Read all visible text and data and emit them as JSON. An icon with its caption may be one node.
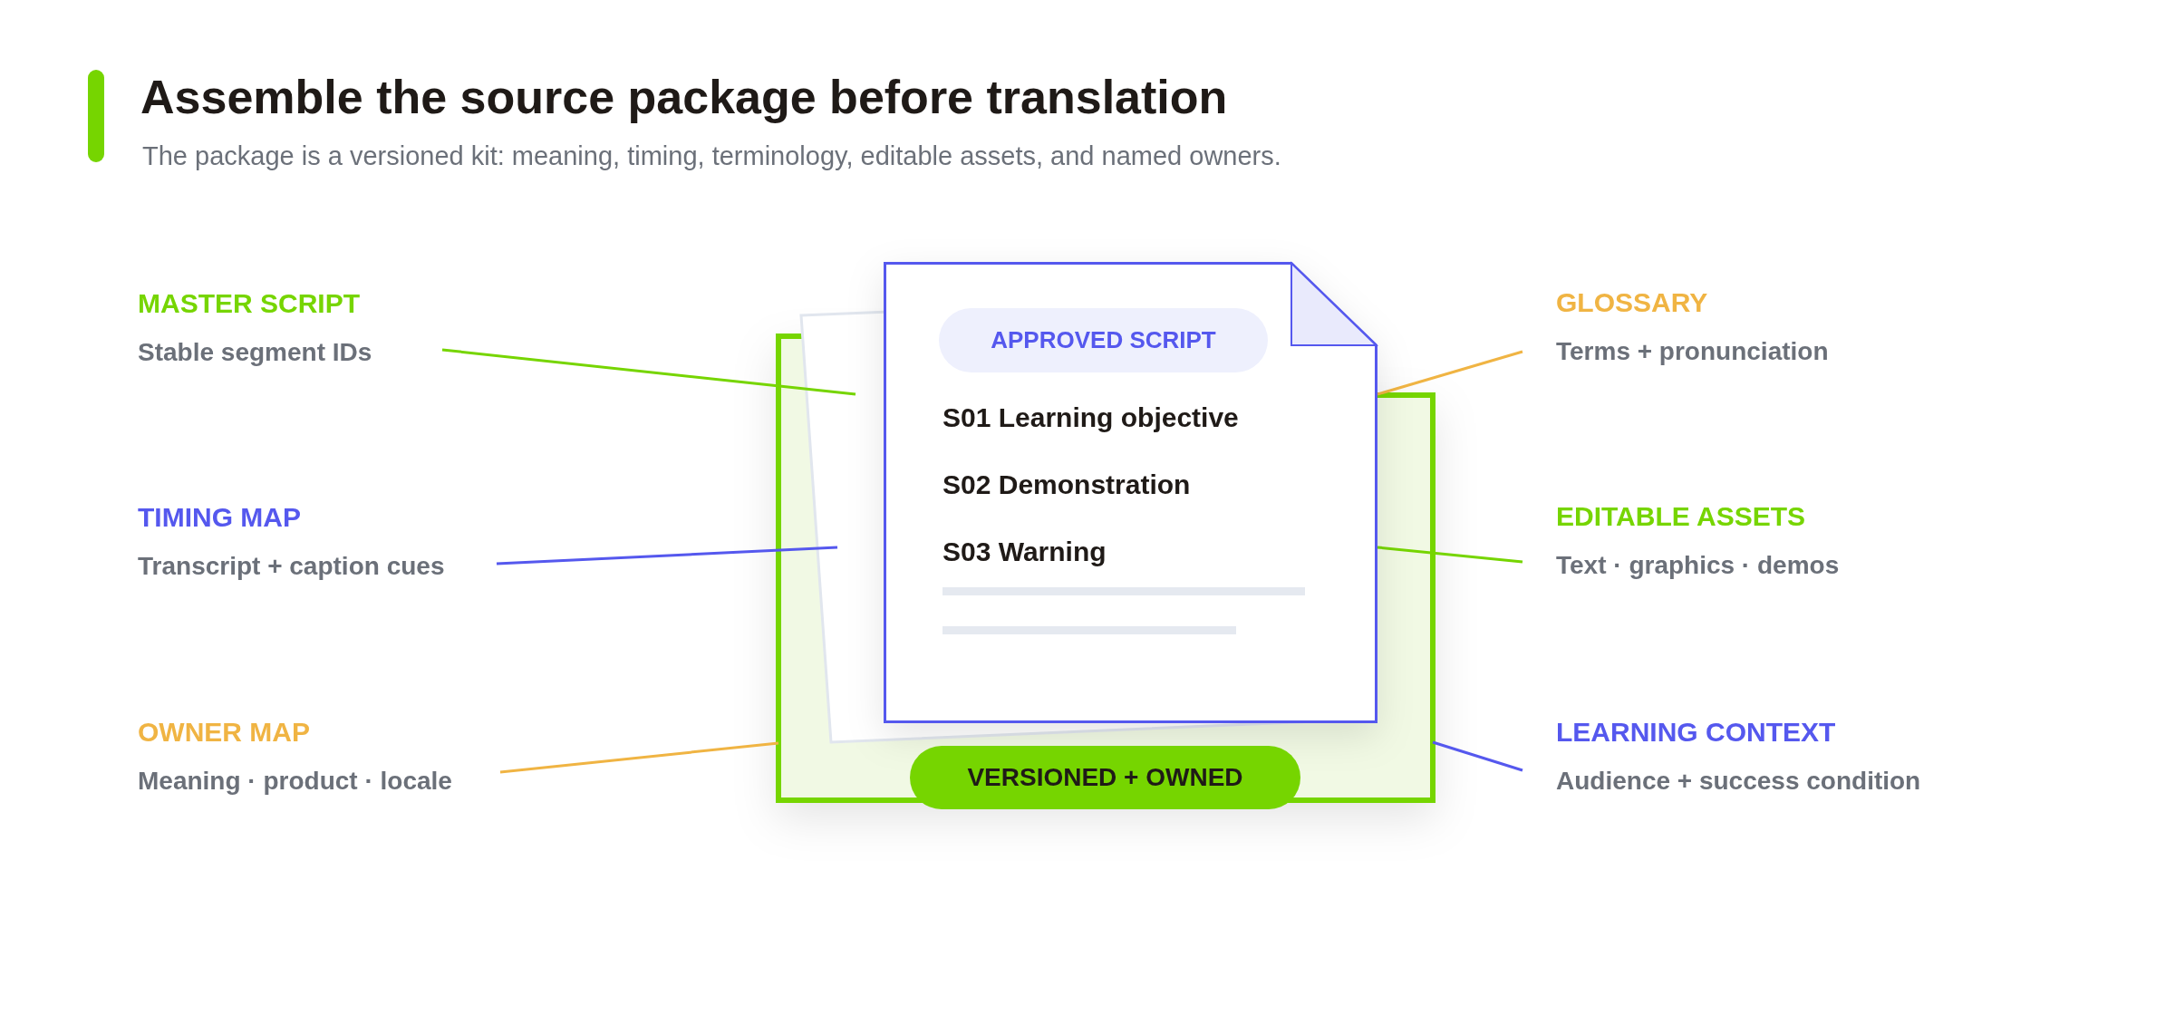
{
  "diagram": {
    "title": "Assemble the source package before translation",
    "nodes": [
      {
        "text": [],
        "shape": "box"
      },
      {
        "text": [],
        "shape": "box"
      },
      {
        "text": [
          "S01 Learning objective",
          "S02 Demonstration",
          "S03 Warning"
        ]
      },
      {
        "text": [
          "APPROVED SCRIPT"
        ],
        "in": 2
      },
      {
        "text": [
          "VERSIONED + OWNED"
        ]
      },
      {
        "text": [
          "MASTER SCRIPT",
          "Stable segment IDs"
        ]
      },
      {
        "text": [
          "TIMING MAP",
          "Transcript + caption cues"
        ]
      },
      {
        "text": [
          "OWNER MAP",
          "Meaning · product · locale"
        ]
      },
      {
        "text": [
          "GLOSSARY",
          "Terms + pronunciation"
        ]
      },
      {
        "text": [
          "EDITABLE ASSETS",
          "Text · graphics · demos"
        ]
      },
      {
        "text": [
          "LEARNING CONTEXT",
          "Audience + success condition"
        ]
      }
    ],
    "edges": [
      {
        "from": 5,
        "to": 1,
        "arrow": "none",
        "color": "#76d500"
      },
      {
        "from": 6,
        "to": 1,
        "arrow": "none",
        "color": "#5558ee"
      },
      {
        "from": 7,
        "to": 0,
        "arrow": "none",
        "color": "#f0b443"
      },
      {
        "from": 8,
        "to": 2,
        "arrow": "none",
        "color": "#f0b443"
      },
      {
        "from": 9,
        "to": 2,
        "arrow": "none",
        "color": "#76d500"
      },
      {
        "from": 10,
        "to": 0,
        "arrow": "none",
        "color": "#5558ee"
      }
    ],
    "labels": [
      "The package is a versioned kit: meaning, timing, terminology, editable assets, and named owners."
    ]
  }
}
